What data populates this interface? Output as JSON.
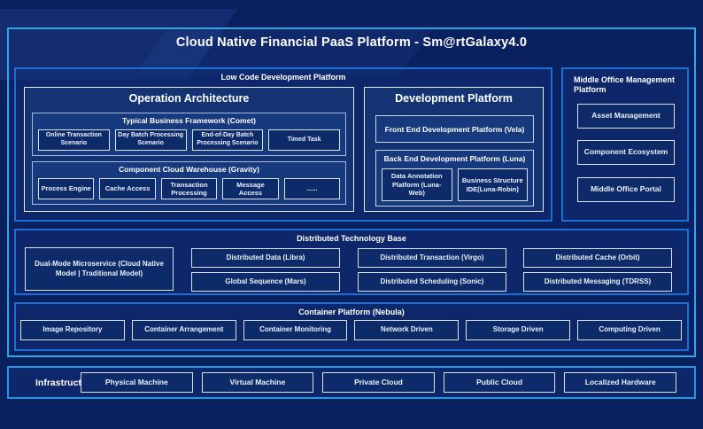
{
  "title": "Cloud Native Financial PaaS Platform - Sm@rtGalaxy4.0",
  "low_code": {
    "label": "Low Code Development Platform",
    "operation_architecture": {
      "title": "Operation Architecture",
      "typical_business": {
        "title": "Typical Business Framework (Comet)",
        "items": [
          "Online Transaction Scenario",
          "Day Batch Processing Scenario",
          "End-of-Day Batch Processing Scenario",
          "Timed Task"
        ]
      },
      "component_cloud": {
        "title": "Component Cloud Warehouse (Gravity)",
        "items": [
          "Process Engine",
          "Cache Access",
          "Transaction Processing",
          "Message Access",
          "......"
        ]
      }
    },
    "development_platform": {
      "title": "Development Platform",
      "front_end": "Front End Development Platform (Vela)",
      "back_end": {
        "title": "Back End Development Platform (Luna)",
        "items": [
          "Data Annotation Platform (Luna-Web)",
          "Business Structure IDE(Luna-Robin)"
        ]
      }
    }
  },
  "middle_office": {
    "label": "Middle Office Management Platform",
    "items": [
      "Asset Management",
      "Component Ecosystem",
      "Middle Office Portal"
    ]
  },
  "distributed": {
    "label": "Distributed Technology Base",
    "dual_mode": "Dual-Mode Microservice (Cloud Native Model | Traditional Model)",
    "row1": [
      "Distributed Data (Libra)",
      "Distributed Transaction (Virgo)",
      "Distributed Cache (Orbit)"
    ],
    "row2": [
      "Global Sequence (Mars)",
      "Distributed Scheduling (Sonic)",
      "Distributed Messaging (TDRSS)"
    ]
  },
  "container_platform": {
    "label": "Container Platform (Nebula)",
    "items": [
      "Image Repository",
      "Container Arrangement",
      "Container Monitoring",
      "Network Driven",
      "Storage Driven",
      "Computing Driven"
    ]
  },
  "infrastructure": {
    "label": "Infrastructure",
    "items": [
      "Physical Machine",
      "Virtual Machine",
      "Private Cloud",
      "Public Cloud",
      "Localized Hardware"
    ]
  },
  "colors": {
    "page_bg": "#0A2160",
    "frame_border": "#2EA7E4",
    "section_border": "#1B6FD8",
    "box_border": "#D9E3F4",
    "box_fill": "#0E2B69",
    "text": "#FFFFFF"
  }
}
